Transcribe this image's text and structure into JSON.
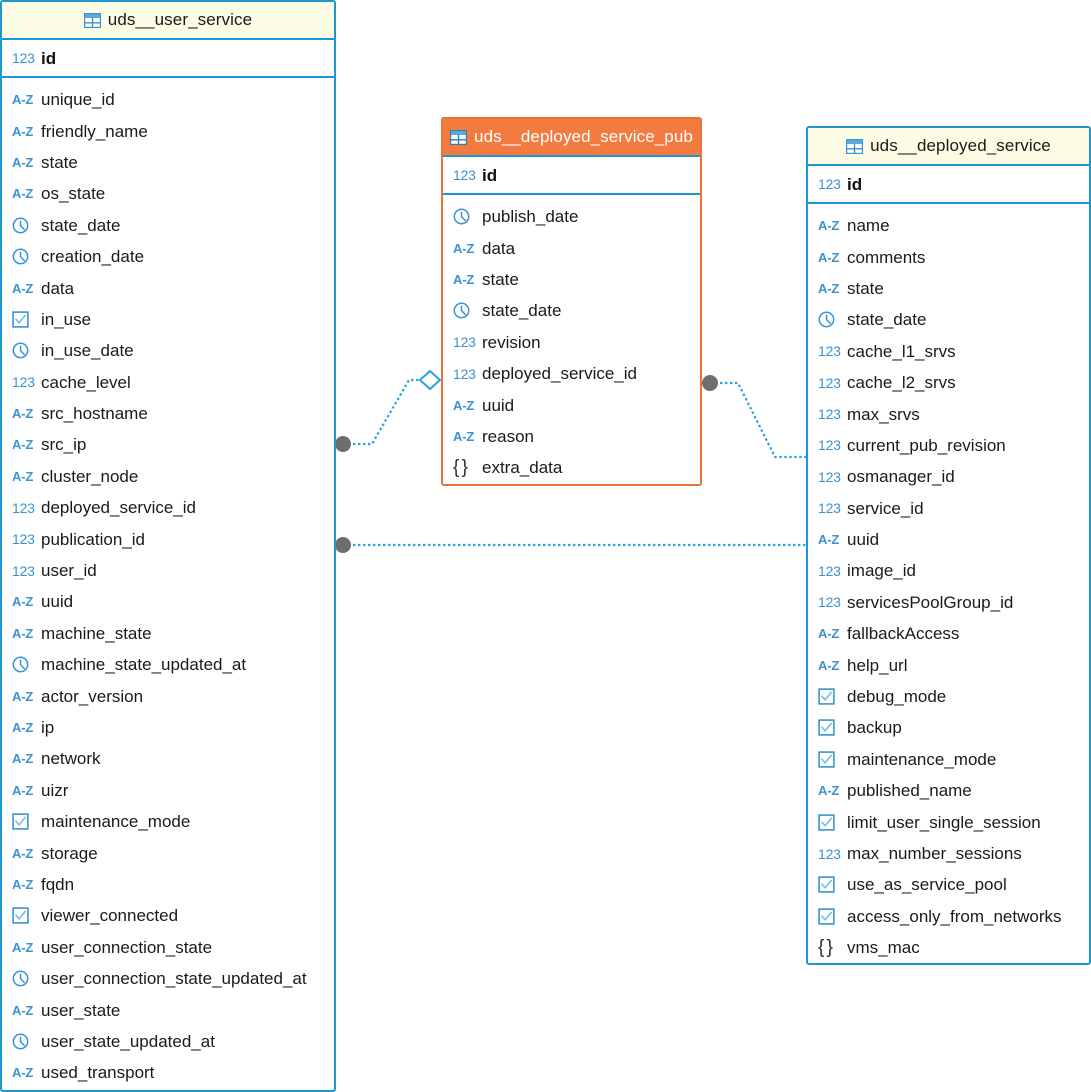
{
  "diagram": {
    "kind": "er-diagram",
    "background": "#ffffff",
    "accent_blue": "#1E96D2",
    "accent_orange": "#F47B3F",
    "header_cream": "#FCFCE4",
    "link_color": "#29A3DC",
    "endpoint_color": "#6E6E6E"
  },
  "icons": {
    "table": "table-icon",
    "number": "123",
    "string": "A-Z",
    "date": "clock-icon",
    "boolean": "checkbox-icon",
    "json": "{ }"
  },
  "entities": [
    {
      "id": "uds__user_service",
      "name": "uds__user_service",
      "accent": "blue",
      "primary_key": {
        "name": "id",
        "type": "number"
      },
      "columns": [
        {
          "name": "unique_id",
          "type": "string"
        },
        {
          "name": "friendly_name",
          "type": "string"
        },
        {
          "name": "state",
          "type": "string"
        },
        {
          "name": "os_state",
          "type": "string"
        },
        {
          "name": "state_date",
          "type": "date"
        },
        {
          "name": "creation_date",
          "type": "date"
        },
        {
          "name": "data",
          "type": "string"
        },
        {
          "name": "in_use",
          "type": "boolean"
        },
        {
          "name": "in_use_date",
          "type": "date"
        },
        {
          "name": "cache_level",
          "type": "number"
        },
        {
          "name": "src_hostname",
          "type": "string"
        },
        {
          "name": "src_ip",
          "type": "string"
        },
        {
          "name": "cluster_node",
          "type": "string"
        },
        {
          "name": "deployed_service_id",
          "type": "number"
        },
        {
          "name": "publication_id",
          "type": "number"
        },
        {
          "name": "user_id",
          "type": "number"
        },
        {
          "name": "uuid",
          "type": "string"
        },
        {
          "name": "machine_state",
          "type": "string"
        },
        {
          "name": "machine_state_updated_at",
          "type": "date"
        },
        {
          "name": "actor_version",
          "type": "string"
        },
        {
          "name": "ip",
          "type": "string"
        },
        {
          "name": "network",
          "type": "string"
        },
        {
          "name": "uizr",
          "type": "string"
        },
        {
          "name": "maintenance_mode",
          "type": "boolean"
        },
        {
          "name": "storage",
          "type": "string"
        },
        {
          "name": "fqdn",
          "type": "string"
        },
        {
          "name": "viewer_connected",
          "type": "boolean"
        },
        {
          "name": "user_connection_state",
          "type": "string"
        },
        {
          "name": "user_connection_state_updated_at",
          "type": "date"
        },
        {
          "name": "user_state",
          "type": "string"
        },
        {
          "name": "user_state_updated_at",
          "type": "date"
        },
        {
          "name": "used_transport",
          "type": "string"
        }
      ]
    },
    {
      "id": "uds__deployed_service_pub",
      "name": "uds__deployed_service_pub",
      "accent": "orange",
      "primary_key": {
        "name": "id",
        "type": "number"
      },
      "columns": [
        {
          "name": "publish_date",
          "type": "date"
        },
        {
          "name": "data",
          "type": "string"
        },
        {
          "name": "state",
          "type": "string"
        },
        {
          "name": "state_date",
          "type": "date"
        },
        {
          "name": "revision",
          "type": "number"
        },
        {
          "name": "deployed_service_id",
          "type": "number"
        },
        {
          "name": "uuid",
          "type": "string"
        },
        {
          "name": "reason",
          "type": "string"
        },
        {
          "name": "extra_data",
          "type": "json"
        }
      ]
    },
    {
      "id": "uds__deployed_service",
      "name": "uds__deployed_service",
      "accent": "blue",
      "primary_key": {
        "name": "id",
        "type": "number"
      },
      "columns": [
        {
          "name": "name",
          "type": "string"
        },
        {
          "name": "comments",
          "type": "string"
        },
        {
          "name": "state",
          "type": "string"
        },
        {
          "name": "state_date",
          "type": "date"
        },
        {
          "name": "cache_l1_srvs",
          "type": "number"
        },
        {
          "name": "cache_l2_srvs",
          "type": "number"
        },
        {
          "name": "max_srvs",
          "type": "number"
        },
        {
          "name": "current_pub_revision",
          "type": "number"
        },
        {
          "name": "osmanager_id",
          "type": "number"
        },
        {
          "name": "service_id",
          "type": "number"
        },
        {
          "name": "uuid",
          "type": "string"
        },
        {
          "name": "image_id",
          "type": "number"
        },
        {
          "name": "servicesPoolGroup_id",
          "type": "number"
        },
        {
          "name": "fallbackAccess",
          "type": "string"
        },
        {
          "name": "help_url",
          "type": "string"
        },
        {
          "name": "debug_mode",
          "type": "boolean"
        },
        {
          "name": "backup",
          "type": "boolean"
        },
        {
          "name": "maintenance_mode",
          "type": "boolean"
        },
        {
          "name": "published_name",
          "type": "string"
        },
        {
          "name": "limit_user_single_session",
          "type": "boolean"
        },
        {
          "name": "max_number_sessions",
          "type": "number"
        },
        {
          "name": "use_as_service_pool",
          "type": "boolean"
        },
        {
          "name": "access_only_from_networks",
          "type": "boolean"
        },
        {
          "name": "vms_mac",
          "type": "json"
        }
      ]
    }
  ],
  "relationships": [
    {
      "id": "rel-userservice-pub",
      "from": "uds__user_service",
      "to": "uds__deployed_service_pub",
      "from_marker": "circle",
      "to_marker": "diamond"
    },
    {
      "id": "rel-pub-deployedservice",
      "from": "uds__deployed_service_pub",
      "to": "uds__deployed_service",
      "from_marker": "circle",
      "to_marker": "none"
    },
    {
      "id": "rel-userservice-deployedservice",
      "from": "uds__user_service",
      "to": "uds__deployed_service",
      "from_marker": "circle",
      "to_marker": "none"
    }
  ]
}
